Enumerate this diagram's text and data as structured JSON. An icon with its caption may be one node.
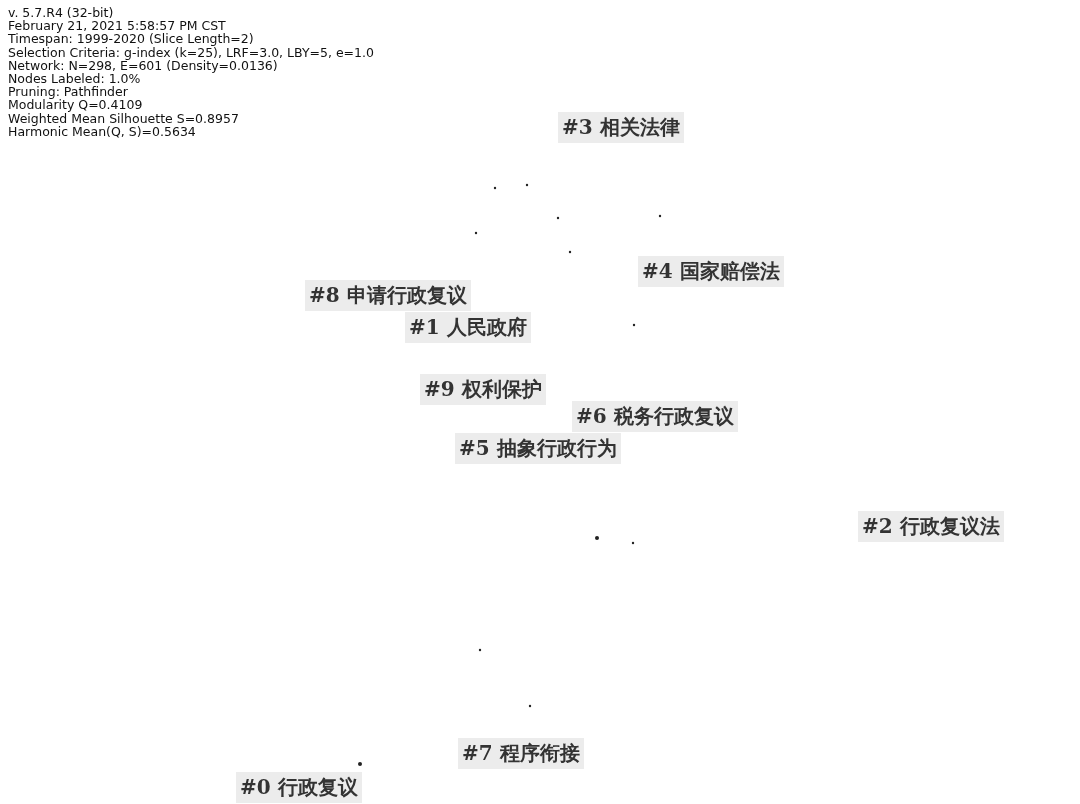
{
  "diagram": {
    "nodes": [
      {
        "text": [
          "#3 相关法律"
        ]
      },
      {
        "text": [
          "#4 国家赔偿法"
        ]
      },
      {
        "text": [
          "#8 申请行政复议"
        ]
      },
      {
        "text": [
          "#1 人民政府"
        ]
      },
      {
        "text": [
          "#9 权利保护"
        ]
      },
      {
        "text": [
          "#6 税务行政复议"
        ]
      },
      {
        "text": [
          "#5 抽象行政行为"
        ]
      },
      {
        "text": [
          "#2 行政复议法"
        ]
      },
      {
        "text": [
          "#7 程序衔接"
        ]
      },
      {
        "text": [
          "#0 行政复议"
        ]
      }
    ],
    "edges": [],
    "labels": [
      "v. 5.7.R4 (32-bit)",
      "February 21, 2021 5:58:57 PM CST",
      "Timespan: 1999-2020 (Slice Length=2)",
      "Selection Criteria: g-index (k=25), LRF=3.0, LBY=5, e=1.0",
      "Network: N=298, E=601 (Density=0.0136)",
      "Nodes Labeled: 1.0%",
      "Pruning: Pathfinder",
      "Modularity Q=0.4109",
      "Weighted Mean Silhouette S=0.8957",
      "Harmonic Mean(Q, S)=0.5634"
    ]
  }
}
